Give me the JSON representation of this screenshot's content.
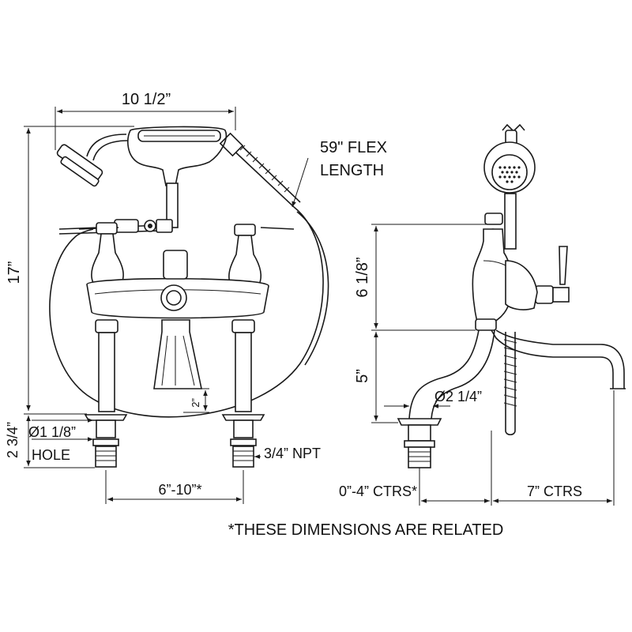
{
  "dimensions": {
    "top_width": "10 1/2”",
    "flex_length_line1": "59\" FLEX",
    "flex_length_line2": "LENGTH",
    "overall_height": "17”",
    "deck_height": "2 3/4”",
    "hole_diameter": "Ø1 1/8”",
    "hole_label": "HOLE",
    "spout_drop": "2”",
    "npt": "3/4” NPT",
    "centers": "6”-10”*",
    "side_upper_height": "6 1/8”",
    "side_lower_height": "5”",
    "riser_diameter": "Ø2 1/4”",
    "offset_ctrs": "0”-4” CTRS*",
    "spout_ctrs": "7” CTRS"
  },
  "footnote": "*THESE DIMENSIONS ARE RELATED"
}
